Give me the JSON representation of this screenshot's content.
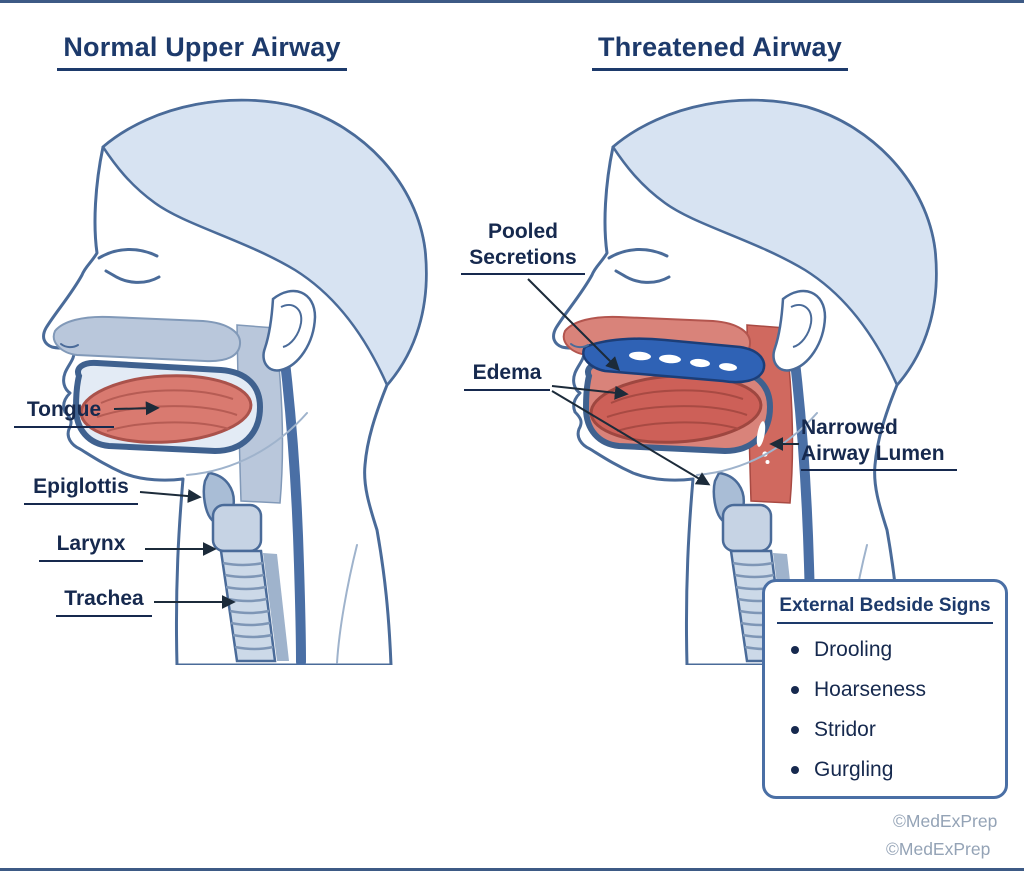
{
  "panels": {
    "left": {
      "title": "Normal Upper Airway",
      "labels": [
        {
          "lines": [
            "Tongue"
          ]
        },
        {
          "lines": [
            "Epiglottis"
          ]
        },
        {
          "lines": [
            "Larynx"
          ]
        },
        {
          "lines": [
            "Trachea"
          ]
        }
      ]
    },
    "right": {
      "title": "Threatened Airway",
      "labels": [
        {
          "lines": [
            "Pooled",
            "Secretions"
          ]
        },
        {
          "lines": [
            "Edema"
          ]
        },
        {
          "lines": [
            "Narrowed",
            "Airway Lumen"
          ]
        }
      ]
    }
  },
  "signs_box": {
    "title": "External Bedside Signs",
    "items": [
      "Drooling",
      "Hoarseness",
      "Stridor",
      "Gurgling"
    ]
  },
  "watermarks": [
    "©MedExPrep",
    "©MedExPrep"
  ],
  "colors": {
    "background": "#ffffff",
    "title_text": "#1d3a6b",
    "label_text": "#16294e",
    "outline_blue": "#4a6b99",
    "hair_fill": "#d7e3f2",
    "palate_gray": "#b9c7db",
    "tongue_red": "#d97a70",
    "inflamed_red": "#d9837a",
    "secretions_blue": "#2f62b5",
    "leader_line": "#1c2b3a",
    "box_border": "#4a6fa5",
    "watermark_gray": "#94a3b6"
  }
}
